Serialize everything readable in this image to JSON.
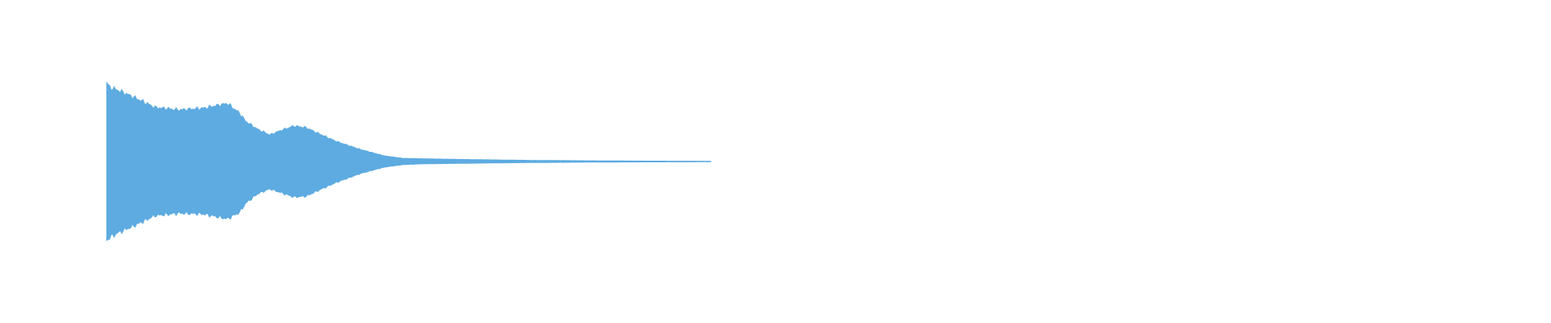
{
  "chart_data": {
    "type": "area",
    "title": "",
    "xlabel": "",
    "ylabel": "",
    "grid": false,
    "legend": "none",
    "color": "#5dabe1",
    "xlim": [
      0,
      1
    ],
    "ylim": [
      -1,
      1
    ],
    "series": [
      {
        "x": [
          0.0,
          0.005,
          0.02,
          0.05,
          0.08,
          0.12,
          0.16,
          0.2,
          0.22,
          0.23,
          0.25,
          0.27,
          0.29,
          0.31,
          0.33,
          0.35,
          0.38,
          0.42,
          0.46,
          0.49,
          0.52,
          0.6,
          0.7,
          0.8,
          0.9,
          1.0
        ],
        "envelope_upper": [
          0.98,
          0.92,
          0.88,
          0.78,
          0.67,
          0.64,
          0.66,
          0.72,
          0.6,
          0.5,
          0.4,
          0.33,
          0.39,
          0.44,
          0.42,
          0.35,
          0.25,
          0.15,
          0.07,
          0.04,
          0.035,
          0.025,
          0.015,
          0.01,
          0.006,
          0.004
        ],
        "envelope_lower": [
          -0.98,
          -0.94,
          -0.88,
          -0.78,
          -0.67,
          -0.64,
          -0.65,
          -0.71,
          -0.63,
          -0.52,
          -0.4,
          -0.34,
          -0.39,
          -0.44,
          -0.43,
          -0.36,
          -0.26,
          -0.15,
          -0.07,
          -0.04,
          -0.03,
          -0.022,
          -0.014,
          -0.009,
          -0.006,
          -0.004
        ]
      }
    ]
  }
}
